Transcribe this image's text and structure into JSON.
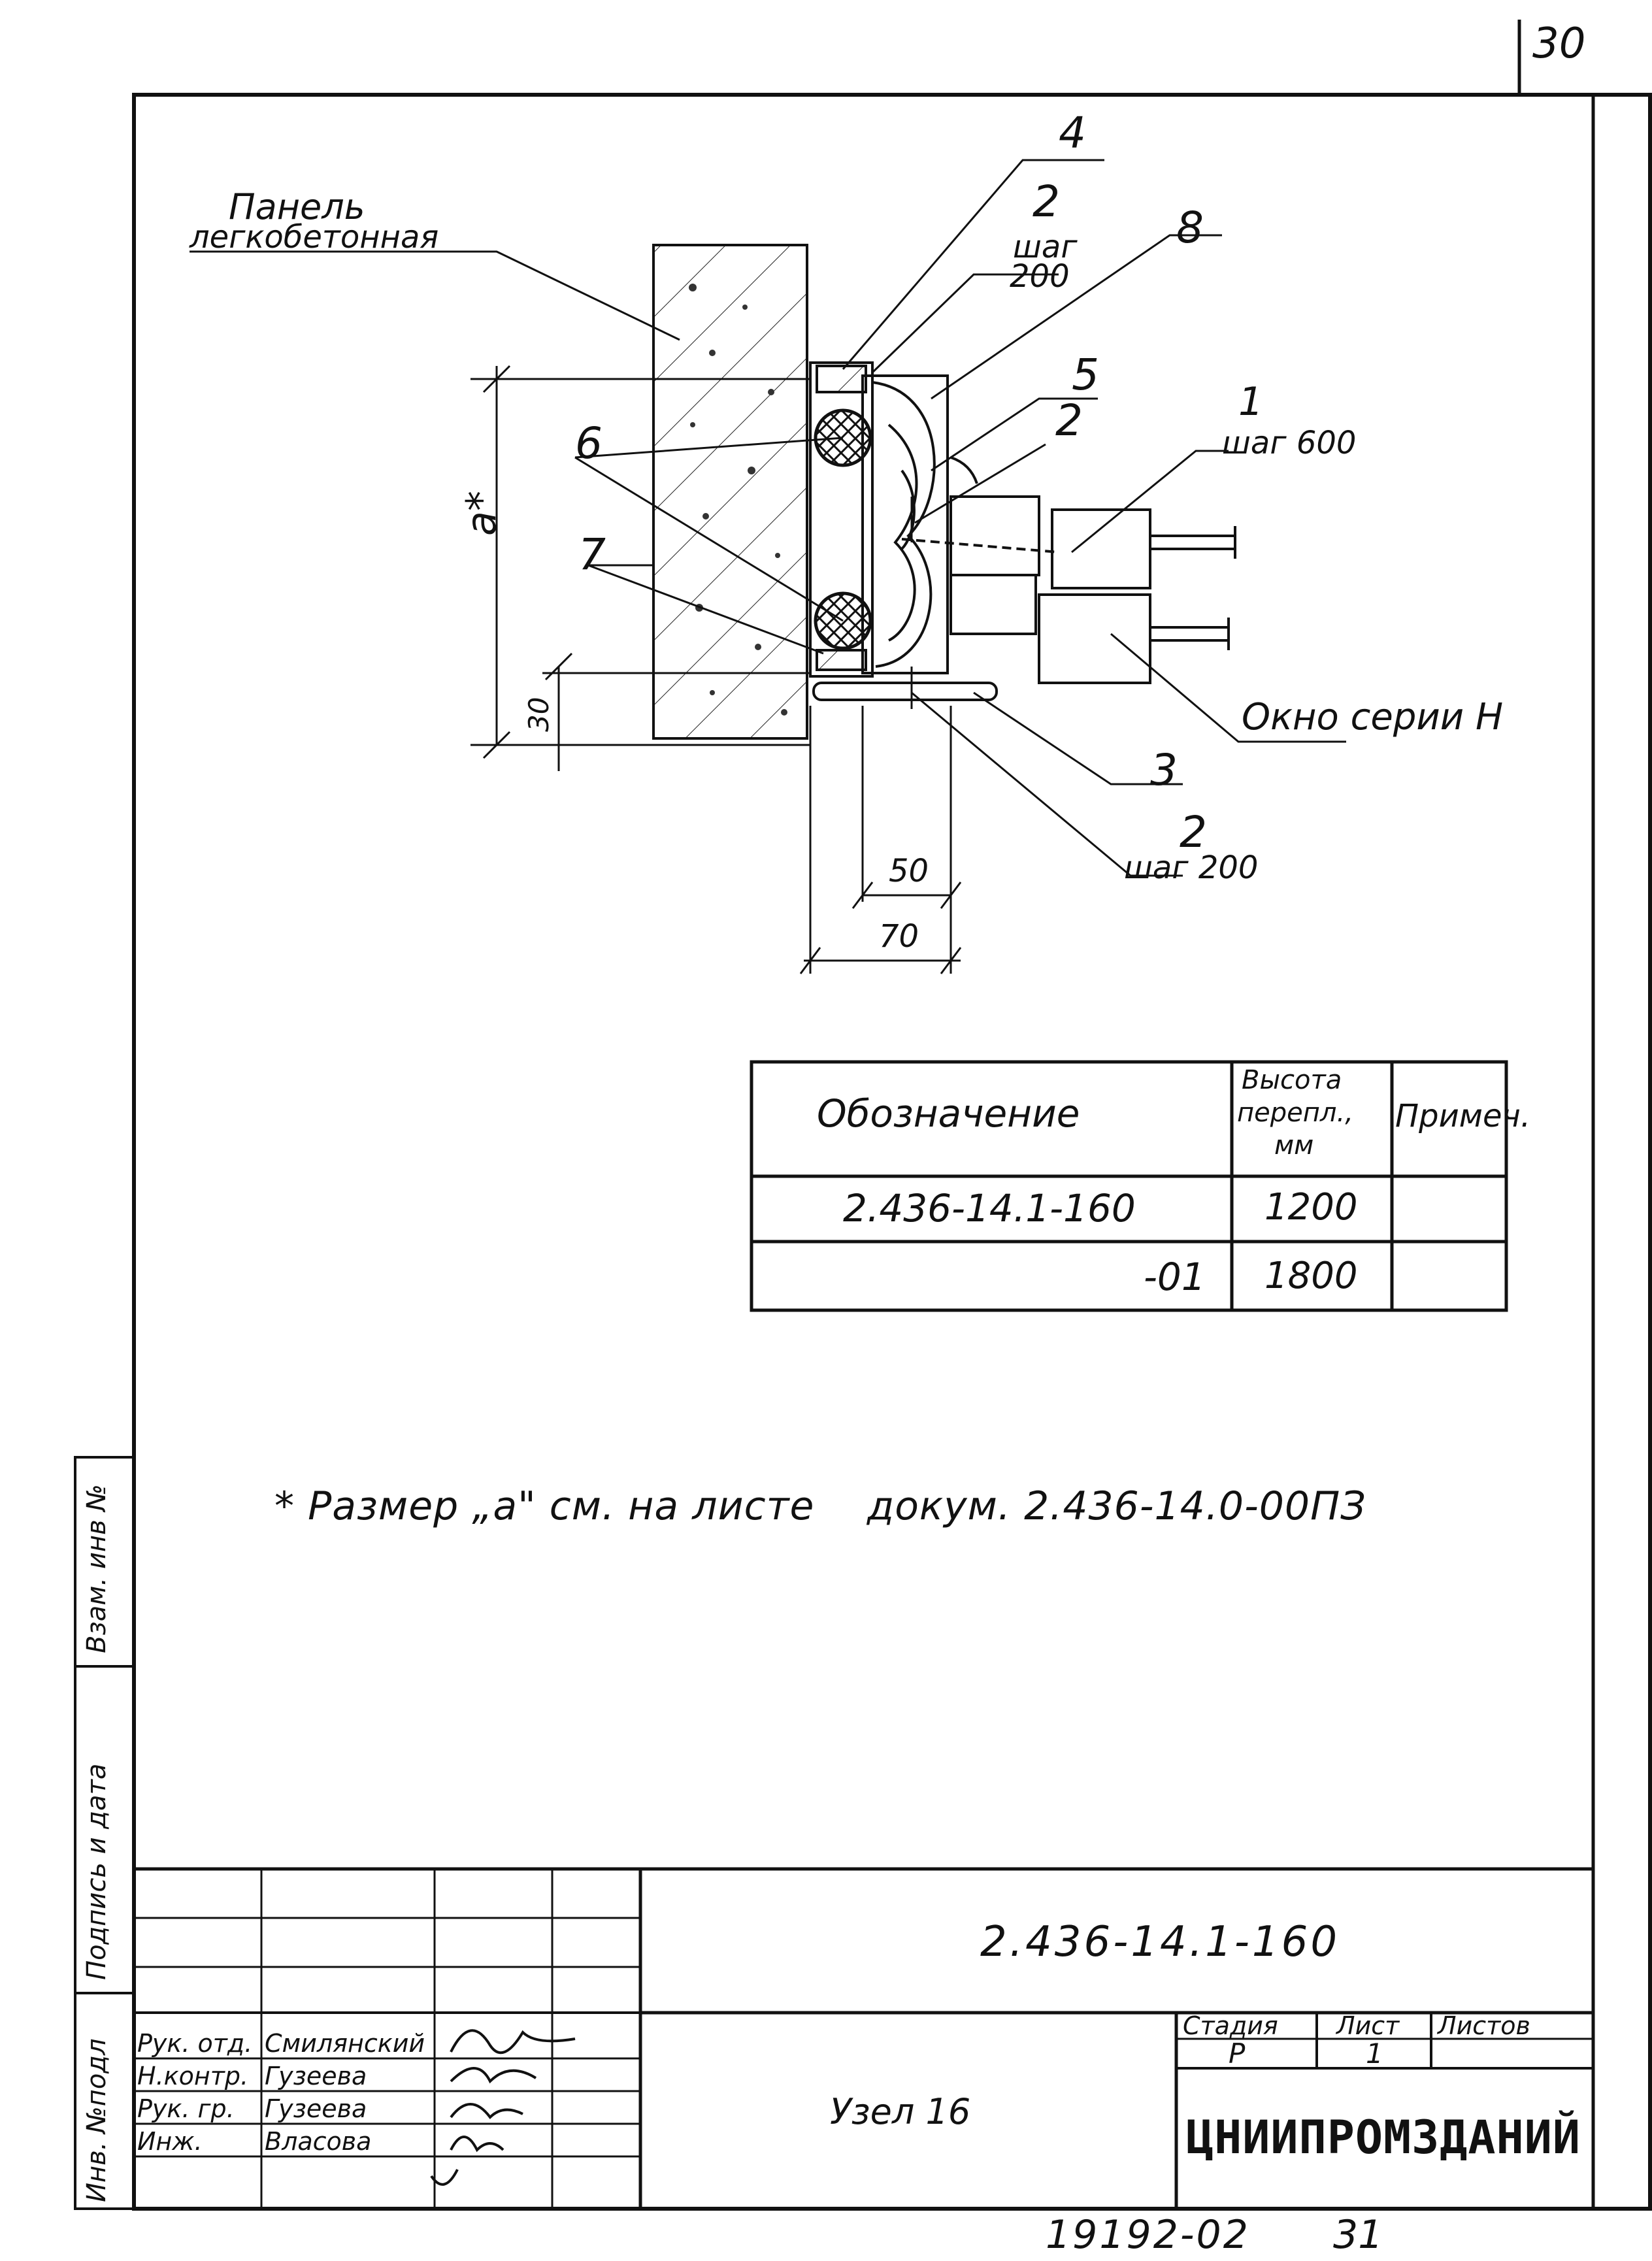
{
  "sheet": {
    "corner_number": "30",
    "bottom_code": "19192-02",
    "bottom_sheet": "31"
  },
  "drawing": {
    "label_panel": [
      "Панель",
      "легкобетонная"
    ],
    "label_window": "Окно серии Н",
    "callouts": {
      "n4": "4",
      "n2_top": "2",
      "n2_top_step": [
        "шаг",
        "200"
      ],
      "n8": "8",
      "n5": "5",
      "n2_mid": "2",
      "n1": "1",
      "n1_step": "шаг 600",
      "n6": "6",
      "n7": "7",
      "n3": "3",
      "n2_bot": "2",
      "n2_bot_step": "шаг 200"
    },
    "dimensions": {
      "a": "a*",
      "d30": "30",
      "d50": "50",
      "d70": "70"
    }
  },
  "spec_table": {
    "headers": [
      "Обозначение",
      [
        "Высота",
        "перепл.,",
        "мм"
      ],
      "Примеч."
    ],
    "rows": [
      {
        "designation": "2.436-14.1-160",
        "height": "1200",
        "note": ""
      },
      {
        "designation": "-01",
        "height": "1800",
        "note": ""
      }
    ]
  },
  "note": "* Размер „а\" см. на листе    докум. 2.436-14.0-00ПЗ",
  "left_margin": {
    "field1": "Взам. инв №",
    "field2": "Подпись и дата",
    "field3": "Инв. №подл"
  },
  "title_block": {
    "doc_number": "2.436-14.1-160",
    "node_title": "Узел 16",
    "stage_header": "Стадия",
    "sheet_header": "Лист",
    "sheets_header": "Листов",
    "stage_value": "Р",
    "sheet_value": "1",
    "sheets_value": "",
    "organization": "ЦНИИПРОМЗДАНИЙ",
    "staff": [
      {
        "role": "Рук. отд.",
        "name": "Смилянский"
      },
      {
        "role": "Н.контр.",
        "name": "Гузеева"
      },
      {
        "role": "Рук. гр.",
        "name": "Гузеева"
      },
      {
        "role": "Инж.",
        "name": "Власова"
      }
    ]
  }
}
